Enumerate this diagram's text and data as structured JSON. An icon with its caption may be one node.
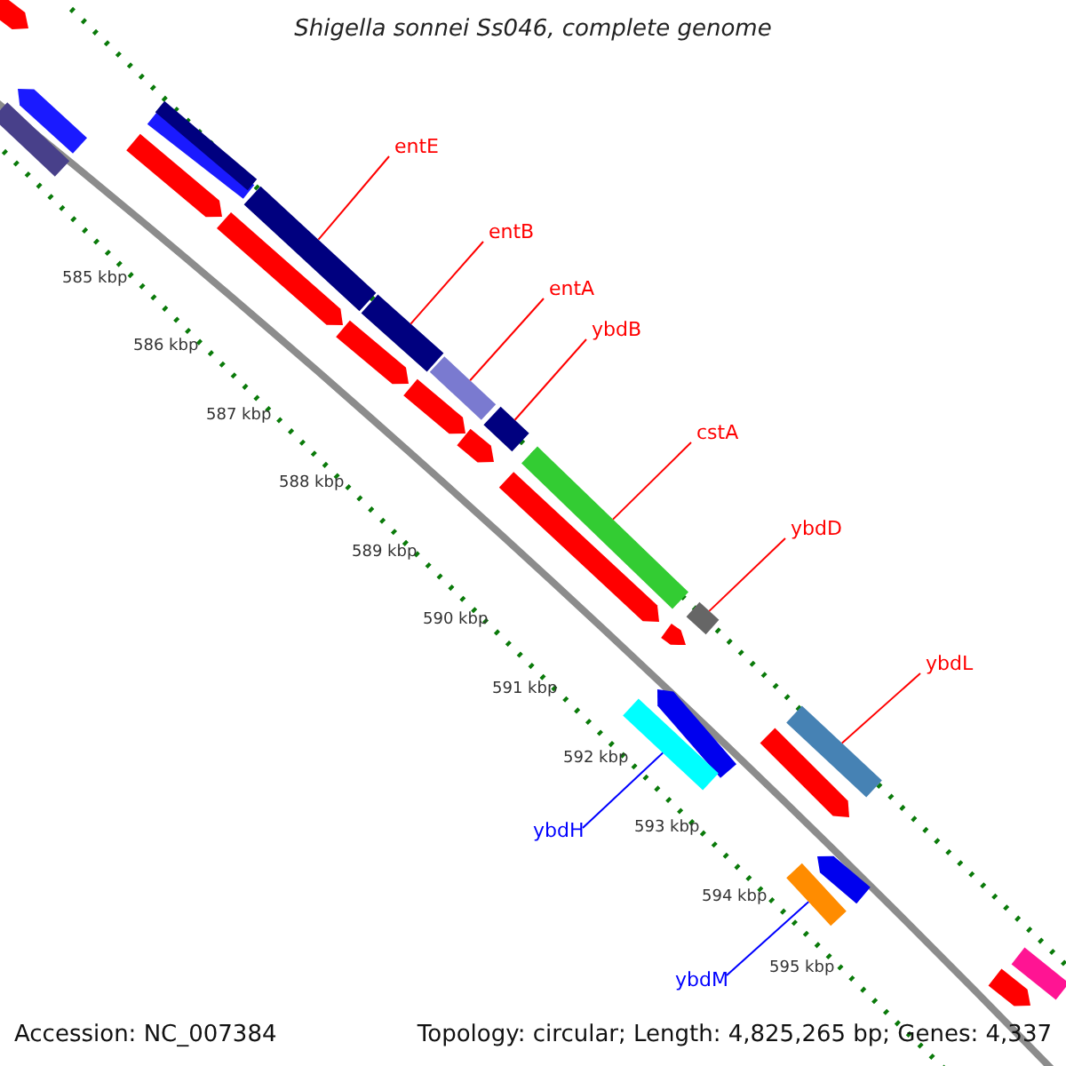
{
  "diagram": {
    "title": "Shigella sonnei Ss046, complete genome",
    "nodes": [
      {
        "text": [
          "entE"
        ]
      },
      {
        "text": [],
        "shape": "bar"
      },
      {
        "text": [
          "entB"
        ]
      },
      {
        "text": [],
        "shape": "bar"
      },
      {
        "text": [
          "entA"
        ]
      },
      {
        "text": [],
        "shape": "bar"
      },
      {
        "text": [
          "ybdB"
        ]
      },
      {
        "text": [],
        "shape": "bar"
      },
      {
        "text": [
          "cstA"
        ]
      },
      {
        "text": [],
        "shape": "bar"
      },
      {
        "text": [
          "ybdD"
        ]
      },
      {
        "text": [],
        "shape": "bar"
      },
      {
        "text": [
          "ybdL"
        ]
      },
      {
        "text": [],
        "shape": "bar"
      },
      {
        "text": [
          "ybdH"
        ]
      },
      {
        "text": [],
        "shape": "bar"
      },
      {
        "text": [
          "ybdM"
        ]
      },
      {
        "text": [],
        "shape": "bar"
      },
      {
        "text": [],
        "shape": "bar"
      }
    ],
    "edges": [
      {
        "from": 0,
        "to": 1,
        "arrow": "none"
      },
      {
        "from": 2,
        "to": 3,
        "arrow": "none"
      },
      {
        "from": 4,
        "to": 5,
        "arrow": "none"
      },
      {
        "from": 6,
        "to": 7,
        "arrow": "none"
      },
      {
        "from": 8,
        "to": 9,
        "arrow": "none"
      },
      {
        "from": 10,
        "to": 11,
        "arrow": "none"
      },
      {
        "from": 12,
        "to": 13,
        "arrow": "none"
      },
      {
        "from": 14,
        "to": 15,
        "arrow": "none",
        "color": "#0000ff"
      },
      {
        "from": 16,
        "to": 17,
        "arrow": "none",
        "color": "#0000ff"
      }
    ],
    "labels": [
      "585 kbp",
      "586 kbp",
      "587 kbp",
      "588 kbp",
      "589 kbp",
      "590 kbp",
      "591 kbp",
      "592 kbp",
      "593 kbp",
      "594 kbp",
      "595 kbp",
      "Accession: NC_007384",
      "Topology: circular; Length: 4,825,265 bp; Genes: 4,337"
    ]
  }
}
